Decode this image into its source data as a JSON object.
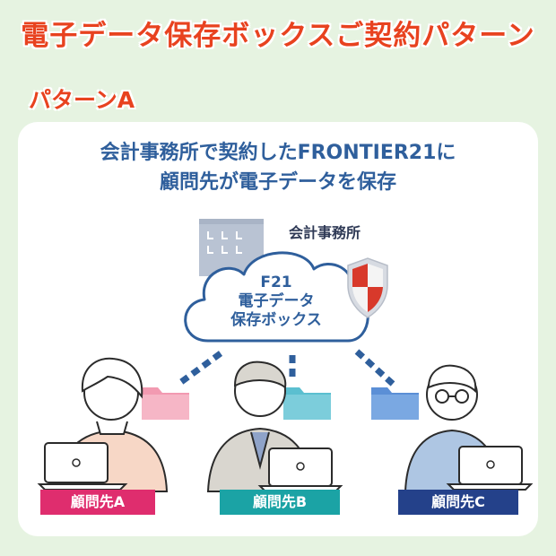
{
  "title": "電子データ保存ボックスご契約パターン",
  "pattern_label": "パターンA",
  "headline": {
    "line1": "会計事務所で契約したFRONTIER21に",
    "line2": "顧問先が電子データを保存"
  },
  "office_label": "会計事務所",
  "cloud": {
    "line1": "F21",
    "line2": "電子データ",
    "line3": "保存ボックス"
  },
  "clients": [
    {
      "label": "顧問先A",
      "color": "#df2d6e",
      "folder_color": "#f29ab1"
    },
    {
      "label": "顧問先B",
      "color": "#1ba3a5",
      "folder_color": "#5bbfd0"
    },
    {
      "label": "顧問先C",
      "color": "#24418a",
      "folder_color": "#5b8fd6"
    }
  ],
  "colors": {
    "title": "#e8421f",
    "headline": "#2f5f9c",
    "background": "#e6f3e1",
    "shield_red": "#d8392b"
  },
  "icons": [
    "building-icon",
    "cloud-icon",
    "shield-icon",
    "folder-icon",
    "laptop-icon",
    "person-icon"
  ]
}
